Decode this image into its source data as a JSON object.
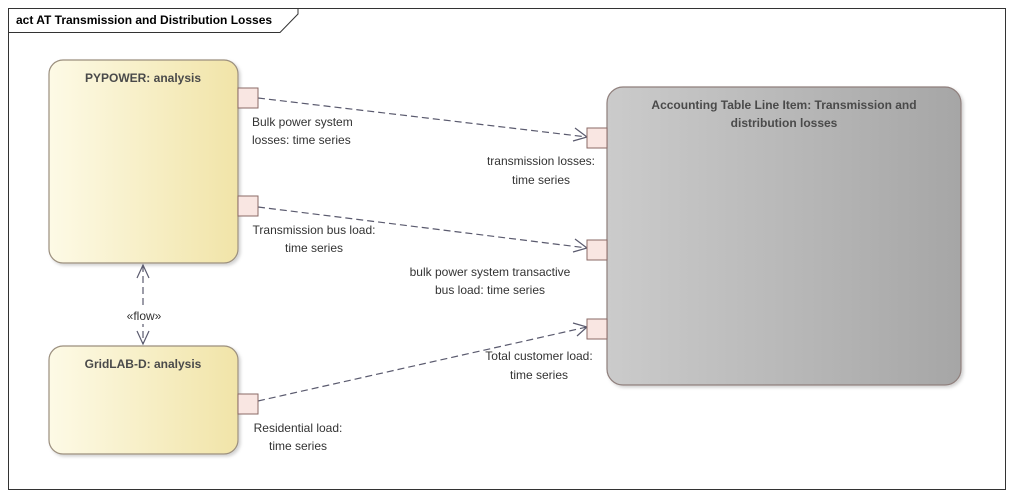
{
  "frame": {
    "title": "act AT Transmission and Distribution Losses"
  },
  "nodes": {
    "pypower": {
      "title": "PYPOWER: analysis"
    },
    "gridlab": {
      "title": "GridLAB-D: analysis"
    },
    "accounting": {
      "title_line1": "Accounting Table Line Item: Transmission and",
      "title_line2": "distribution losses"
    }
  },
  "pins": {
    "bulk_losses": {
      "line1": "Bulk power system",
      "line2": "losses: time series"
    },
    "trans_bus_load": {
      "line1": "Transmission bus load:",
      "line2": "time series"
    },
    "residential_load": {
      "line1": "Residential load:",
      "line2": "time series"
    },
    "transmission_losses": {
      "line1": "transmission losses:",
      "line2": "time series"
    },
    "bulk_transactive": {
      "line1": "bulk power system transactive",
      "line2": "bus load: time series"
    },
    "total_customer": {
      "line1": "Total customer load:",
      "line2": "time series"
    }
  },
  "flow": {
    "stereotype": "«flow»"
  },
  "colors": {
    "action_fill_light": "#fcf8df",
    "action_fill_dark": "#f2e6ae",
    "action_stroke": "#9b8f7e",
    "accounting_fill_light": "#c7c7c7",
    "accounting_fill_dark": "#a9a9a9",
    "accounting_stroke": "#8f7f7c",
    "pin_fill": "#f9e6e2",
    "connector": "#5a5a6e"
  }
}
